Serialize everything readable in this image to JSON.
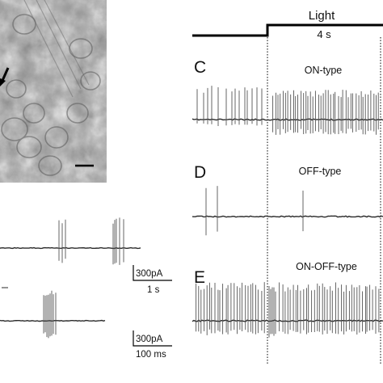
{
  "stimulus": {
    "label": "Light",
    "duration": "4 s"
  },
  "panels": [
    {
      "letter": "C",
      "title": "ON-type"
    },
    {
      "letter": "D",
      "title": "OFF-type"
    },
    {
      "letter": "E",
      "title": "ON-OFF-type"
    }
  ],
  "scalebars": [
    {
      "amplitude": "300pA",
      "time": "1 s"
    },
    {
      "amplitude": "300pA",
      "time": "100 ms"
    }
  ],
  "micrograph": {
    "arrow_icon": "arrow-icon",
    "scale_icon": "scale-bar"
  },
  "colors": {
    "ink": "#111111",
    "trace": "#2a2a2a",
    "spike": "#555555"
  }
}
